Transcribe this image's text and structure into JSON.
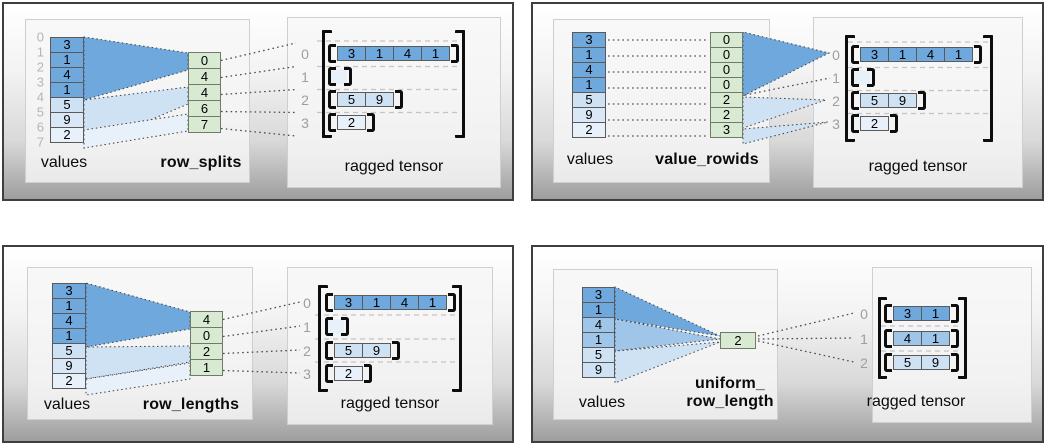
{
  "palette": {
    "dark_blue": "#6fa8dc",
    "medium_blue": "#9fc5e8",
    "light_blue": "#cfe2f3",
    "lighter_blue": "#d9e7f6",
    "lightest_blue": "#e8f1fa",
    "green": "#d9ead3",
    "bracket_black": "#0d0d0d",
    "label_gray": "#9e9e9e",
    "index_gray": "#b5b5b5",
    "cell_border": "#5a5a5a"
  },
  "quadrants": [
    {
      "id": "row_splits",
      "values_label": "values",
      "method_label": "row_splits",
      "tensor_label": "ragged tensor",
      "value_indices": [
        "0",
        "1",
        "2",
        "3",
        "4",
        "5",
        "6",
        "7"
      ],
      "values": [
        {
          "v": "3",
          "shade": "dark"
        },
        {
          "v": "1",
          "shade": "dark"
        },
        {
          "v": "4",
          "shade": "dark"
        },
        {
          "v": "1",
          "shade": "dark"
        },
        {
          "v": "5",
          "shade": "light"
        },
        {
          "v": "9",
          "shade": "lighter"
        },
        {
          "v": "2",
          "shade": "lightest"
        }
      ],
      "method_cells": [
        "0",
        "4",
        "4",
        "6",
        "7"
      ],
      "tensor_rows": [
        {
          "label": "0",
          "cells": [
            {
              "v": "3",
              "shade": "dark"
            },
            {
              "v": "1",
              "shade": "dark"
            },
            {
              "v": "4",
              "shade": "dark"
            },
            {
              "v": "1",
              "shade": "dark"
            }
          ]
        },
        {
          "label": "1",
          "cells": []
        },
        {
          "label": "2",
          "cells": [
            {
              "v": "5",
              "shade": "light"
            },
            {
              "v": "9",
              "shade": "light"
            }
          ]
        },
        {
          "label": "3",
          "cells": [
            {
              "v": "2",
              "shade": "lightest"
            }
          ]
        }
      ]
    },
    {
      "id": "value_rowids",
      "values_label": "values",
      "method_label": "value_rowids",
      "tensor_label": "ragged tensor",
      "value_indices": [],
      "values": [
        {
          "v": "3",
          "shade": "dark"
        },
        {
          "v": "1",
          "shade": "dark"
        },
        {
          "v": "4",
          "shade": "dark"
        },
        {
          "v": "1",
          "shade": "dark"
        },
        {
          "v": "5",
          "shade": "light"
        },
        {
          "v": "9",
          "shade": "lighter"
        },
        {
          "v": "2",
          "shade": "lightest"
        }
      ],
      "method_cells": [
        "0",
        "0",
        "0",
        "0",
        "2",
        "2",
        "3"
      ],
      "tensor_rows": [
        {
          "label": "0",
          "cells": [
            {
              "v": "3",
              "shade": "dark"
            },
            {
              "v": "1",
              "shade": "dark"
            },
            {
              "v": "4",
              "shade": "dark"
            },
            {
              "v": "1",
              "shade": "dark"
            }
          ]
        },
        {
          "label": "1",
          "cells": []
        },
        {
          "label": "2",
          "cells": [
            {
              "v": "5",
              "shade": "light"
            },
            {
              "v": "9",
              "shade": "light"
            }
          ]
        },
        {
          "label": "3",
          "cells": [
            {
              "v": "2",
              "shade": "lightest"
            }
          ]
        }
      ]
    },
    {
      "id": "row_lengths",
      "values_label": "values",
      "method_label": "row_lengths",
      "tensor_label": "ragged tensor",
      "value_indices": [],
      "values": [
        {
          "v": "3",
          "shade": "dark"
        },
        {
          "v": "1",
          "shade": "dark"
        },
        {
          "v": "4",
          "shade": "dark"
        },
        {
          "v": "1",
          "shade": "dark"
        },
        {
          "v": "5",
          "shade": "light"
        },
        {
          "v": "9",
          "shade": "lighter"
        },
        {
          "v": "2",
          "shade": "lightest"
        }
      ],
      "method_cells": [
        "4",
        "0",
        "2",
        "1"
      ],
      "tensor_rows": [
        {
          "label": "0",
          "cells": [
            {
              "v": "3",
              "shade": "dark"
            },
            {
              "v": "1",
              "shade": "dark"
            },
            {
              "v": "4",
              "shade": "dark"
            },
            {
              "v": "1",
              "shade": "dark"
            }
          ]
        },
        {
          "label": "1",
          "cells": []
        },
        {
          "label": "2",
          "cells": [
            {
              "v": "5",
              "shade": "light"
            },
            {
              "v": "9",
              "shade": "light"
            }
          ]
        },
        {
          "label": "3",
          "cells": [
            {
              "v": "2",
              "shade": "lightest"
            }
          ]
        }
      ]
    },
    {
      "id": "uniform_row_length",
      "values_label": "values",
      "method_label": "uniform_",
      "method_label2": "row_length",
      "tensor_label": "ragged tensor",
      "value_indices": [],
      "values": [
        {
          "v": "3",
          "shade": "dark"
        },
        {
          "v": "1",
          "shade": "dark"
        },
        {
          "v": "4",
          "shade": "medium"
        },
        {
          "v": "1",
          "shade": "medium"
        },
        {
          "v": "5",
          "shade": "light"
        },
        {
          "v": "9",
          "shade": "light"
        }
      ],
      "method_cells": [
        "2"
      ],
      "tensor_rows": [
        {
          "label": "0",
          "cells": [
            {
              "v": "3",
              "shade": "dark"
            },
            {
              "v": "1",
              "shade": "dark"
            }
          ]
        },
        {
          "label": "1",
          "cells": [
            {
              "v": "4",
              "shade": "medium"
            },
            {
              "v": "1",
              "shade": "medium"
            }
          ]
        },
        {
          "label": "2",
          "cells": [
            {
              "v": "5",
              "shade": "light"
            },
            {
              "v": "9",
              "shade": "light"
            }
          ]
        }
      ]
    }
  ]
}
